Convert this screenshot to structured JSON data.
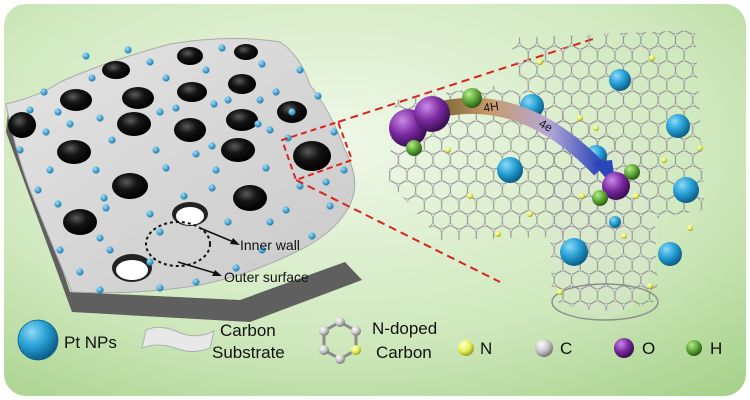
{
  "labels": {
    "inner_wall": "Inner wall",
    "outer_surface": "Outer surface",
    "arrow_4h": "4H",
    "arrow_4e": "4e"
  },
  "legend": {
    "pt_nps": "Pt NPs",
    "carbon_substrate_line1": "Carbon",
    "carbon_substrate_line2": "Substrate",
    "n_doped_line1": "N-doped",
    "n_doped_line2": "Carbon",
    "n": "N",
    "c": "C",
    "o": "O",
    "h": "H"
  },
  "colors": {
    "background_light": "#e8f4de",
    "background_dark": "#a9d38e",
    "pt": "#2aa3d8",
    "pt_dark": "#0d6fa3",
    "carbon_atom": "#c9c9c9",
    "nitrogen": "#e8ef5a",
    "oxygen": "#7a2aa0",
    "hydrogen": "#5fa93a",
    "substrate": "#d6d6d6",
    "pore": "#0b0b0b",
    "dashed_red": "#d9231b"
  },
  "icons": {
    "pt_legend": "pt-sphere-icon",
    "substrate_legend": "carbon-sheet-icon",
    "n_doped_legend": "hexagon-ring-icon"
  }
}
